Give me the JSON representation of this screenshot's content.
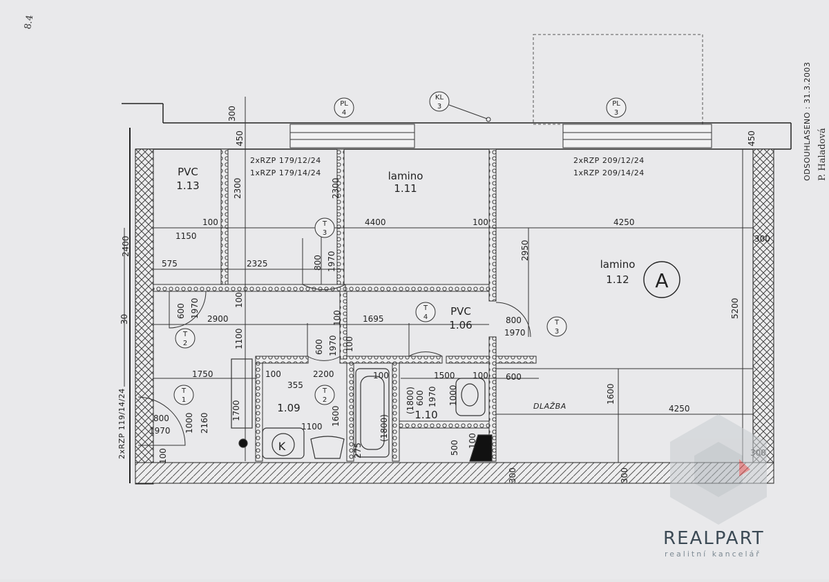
{
  "corner_mark": "8.4",
  "approval": {
    "line1": "ODSOUHLASENO : 31.3.2003",
    "line2": "P. Haladová"
  },
  "rooms": [
    {
      "id": "1.13",
      "name": "PVC",
      "number": "1.13"
    },
    {
      "id": "1.11",
      "name": "lamino",
      "number": "1.11"
    },
    {
      "id": "1.12",
      "name": "lamino",
      "number": "1.12"
    },
    {
      "id": "1.06",
      "name": "PVC",
      "number": "1.06"
    },
    {
      "id": "1.09",
      "name": "",
      "number": "1.09"
    },
    {
      "id": "1.10",
      "name": "",
      "number": "1.10"
    }
  ],
  "flat_marker": "A",
  "floor_note": "DLAŽBA",
  "window_notes": {
    "left_1": "2xRZP 179/12/24",
    "left_2": "1xRZP 179/14/24",
    "right_1": "2xRZP 209/12/24",
    "right_2": "1xRZP 209/14/24",
    "side": "2xRZP 119/14/24"
  },
  "tags": [
    {
      "top": "PL",
      "bottom": "4"
    },
    {
      "top": "KL",
      "bottom": "3"
    },
    {
      "top": "PL",
      "bottom": "3"
    },
    {
      "top": "T",
      "bottom": "3"
    },
    {
      "top": "T",
      "bottom": "4"
    },
    {
      "top": "T",
      "bottom": "3"
    },
    {
      "top": "T",
      "bottom": "2"
    },
    {
      "top": "T",
      "bottom": "2"
    },
    {
      "top": "T",
      "bottom": "1"
    }
  ],
  "dims": {
    "d300_top": "300",
    "d450_left": "450",
    "d450_right": "450",
    "d2300_a": "2300",
    "d2300_b": "2300",
    "d100_a": "100",
    "d1150": "1150",
    "d4400": "4400",
    "d100_b": "100",
    "d4250_a": "4250",
    "d300_right": "300",
    "d2400": "2400",
    "d575": "575",
    "d2325": "2325",
    "d800_a": "800",
    "d1970_a": "1970",
    "d2950": "2950",
    "d600_a": "600",
    "d1970_b": "1970",
    "d100_c": "100",
    "d2900": "2900",
    "d100_d": "100",
    "d1695": "1695",
    "d800_b": "800",
    "d1970_c": "1970",
    "d5200": "5200",
    "d1100_a": "1100",
    "d600_b": "600",
    "d1970_d": "1970",
    "d100_e": "100",
    "d1750": "1750",
    "d100_f": "100",
    "d355": "355",
    "d2200": "2200",
    "d100_g": "100",
    "d1500": "1500",
    "d100_h": "100",
    "d600_c": "600",
    "d1800_a": "(1800)",
    "d600_d": "600",
    "d1970_e": "1970",
    "d1000_a": "1000",
    "d1600_a": "1600",
    "d4250_b": "4250",
    "d800_c": "800",
    "d1970_f": "1970",
    "d1000_b": "1000",
    "d2160": "2160",
    "d1700": "1700",
    "d1100_b": "1100",
    "d1600_b": "1600",
    "d1800_b": "(1800)",
    "d275": "275",
    "d500": "500",
    "d100_i": "100",
    "d100_j": "100",
    "d300_bot_a": "300",
    "d300_bot_b": "300",
    "d300_bot_c": "300",
    "d30": "30"
  },
  "kitchen_mark": "K",
  "watermark": {
    "brand": "REALPART",
    "sub": "realitní kancelář"
  }
}
